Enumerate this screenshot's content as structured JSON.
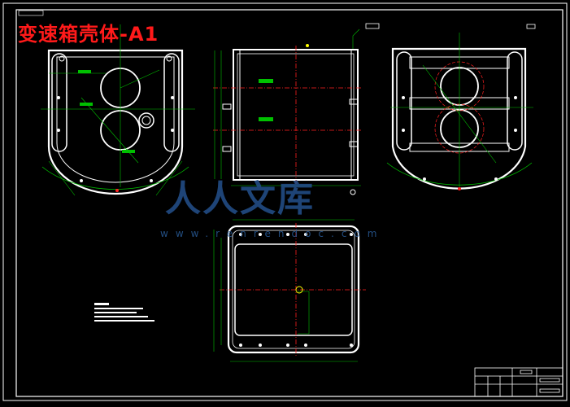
{
  "drawing": {
    "title": "变速箱壳体-A1"
  },
  "watermark": {
    "text": "人人文库",
    "url": "www.renrendoc.com"
  },
  "colors": {
    "background": "#000000",
    "outline": "#ffffff",
    "dimension": "#00c000",
    "centerline": "#ff2020",
    "hatch_accent": "#ffff00",
    "title_red": "#ff1a1a"
  }
}
